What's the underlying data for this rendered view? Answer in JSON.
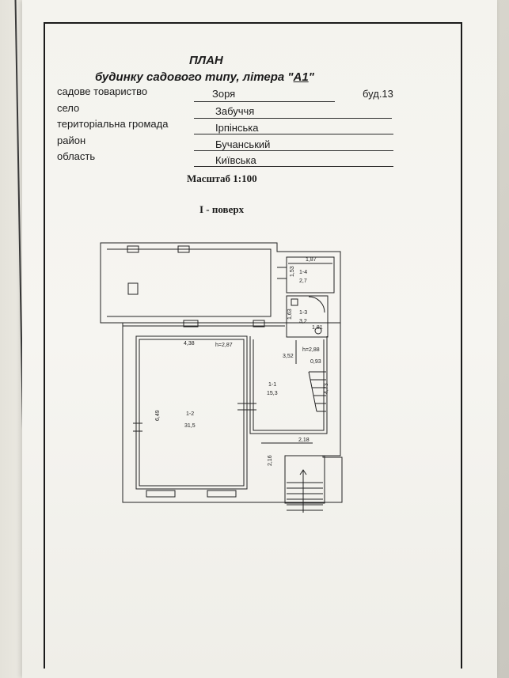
{
  "header": {
    "title": "ПЛАН",
    "subtitle_prefix": "будинку садового типу, літера \"",
    "letter": "А1",
    "subtitle_suffix": "\""
  },
  "fields": [
    {
      "label": "садове товариство",
      "value": "Зоря"
    },
    {
      "label": "село",
      "value": "Забуччя"
    },
    {
      "label": "територіальна громада",
      "value": "Ірпінська"
    },
    {
      "label": "район",
      "value": "Бучанський"
    },
    {
      "label": "область",
      "value": "Київська"
    }
  ],
  "building_no": "буд.13",
  "scale": "Масштаб 1:100",
  "floor": "І -  поверх",
  "plan": {
    "rooms": [
      {
        "id": "1-1",
        "area": "15,3"
      },
      {
        "id": "1-2",
        "area": "31,5"
      },
      {
        "id": "1-3",
        "area": "3,2"
      },
      {
        "id": "1-4",
        "area": "2,7"
      }
    ],
    "dimensions": [
      "1,87",
      "1,53",
      "1,63",
      "1,81",
      "4,38",
      "h=2,87",
      "h=2,88",
      "3,52",
      "0,93",
      "4,73",
      "6,49",
      "2,18",
      "2,16"
    ]
  }
}
